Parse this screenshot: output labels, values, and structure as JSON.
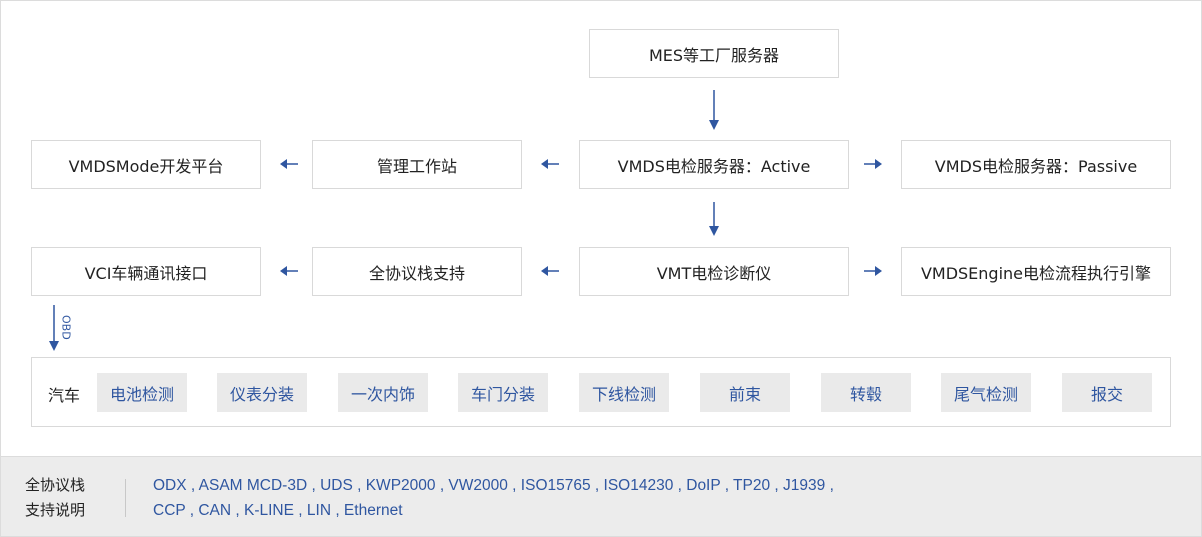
{
  "nodes": {
    "mes_server": "MES等工厂服务器",
    "dev_platform": "VMDSMode开发平台",
    "mgmt_station": "管理工作站",
    "server_active": "VMDS电检服务器：Active",
    "server_passive": "VMDS电检服务器：Passive",
    "vci_interface": "VCI车辆通讯接口",
    "protocol_support": "全协议栈支持",
    "vmt_diag": "VMT电检诊断仪",
    "engine": "VMDSEngine电检流程执行引擎"
  },
  "obd_label": "OBD",
  "car_row": {
    "label": "汽车",
    "stations": [
      "电池检测",
      "仪表分装",
      "一次内饰",
      "车门分装",
      "下线检测",
      "前束",
      "转毂",
      "尾气检测",
      "报交"
    ]
  },
  "footer": {
    "title_line1": "全协议栈",
    "title_line2": "支持说明",
    "protocols_line1": "ODX , ASAM MCD-3D , UDS , KWP2000 , VW2000 , ISO15765 , ISO14230 , DoIP , TP20 , J1939 ,",
    "protocols_line2": "CCP , CAN , K-LINE , LIN , Ethernet"
  },
  "colors": {
    "accent": "#2f56a0",
    "border": "#d9d9d9",
    "chip_bg": "#eaeaea",
    "footer_bg": "#ececec"
  },
  "icons": [
    "arrow-down-icon",
    "arrow-left-icon",
    "arrow-right-icon"
  ]
}
